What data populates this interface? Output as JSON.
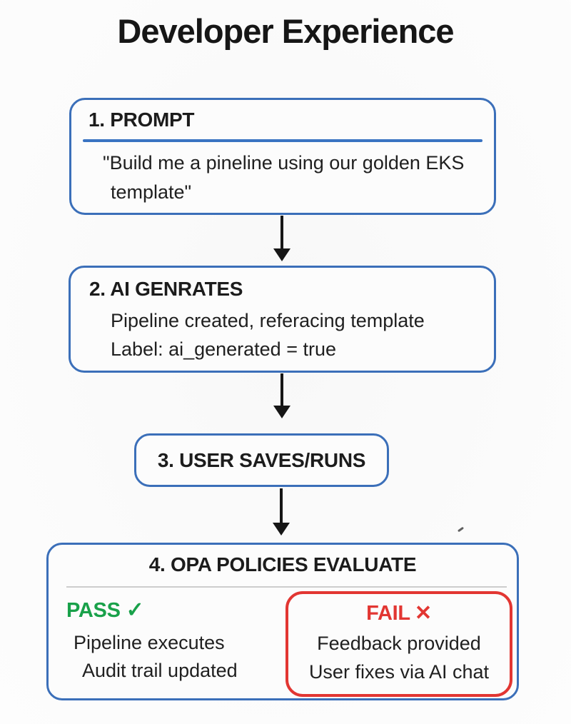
{
  "title": "Developer Experience",
  "colors": {
    "background": "#fbfbfb",
    "box_border_blue": "#3b6fb9",
    "heading_divider_blue": "#3a73c2",
    "section_divider_gray": "#cdcdcd",
    "pass_green": "#19a14a",
    "fail_red": "#e23632",
    "text_black": "#1c1c1c",
    "arrow_black": "#161616"
  },
  "steps": {
    "step1": {
      "heading": "1. PROMPT",
      "line1": "\"Build me a pineline using our golden EKS",
      "line2": "template\""
    },
    "step2": {
      "heading": "2. AI GENRATES",
      "line1": "Pipeline created, referacing template",
      "line2": "Label: ai_generated = true"
    },
    "step3": {
      "heading": "3. USER SAVES/RUNS"
    },
    "step4": {
      "heading": "4. OPA POLICIES EVALUATE",
      "pass": {
        "label": "PASS",
        "icon": "✓",
        "line1": "Pipeline executes",
        "line2": "Audit trail updated"
      },
      "fail": {
        "label": "FAIL",
        "icon": "✕",
        "line1": "Feedback provided",
        "line2": "User fixes via AI chat"
      }
    }
  }
}
